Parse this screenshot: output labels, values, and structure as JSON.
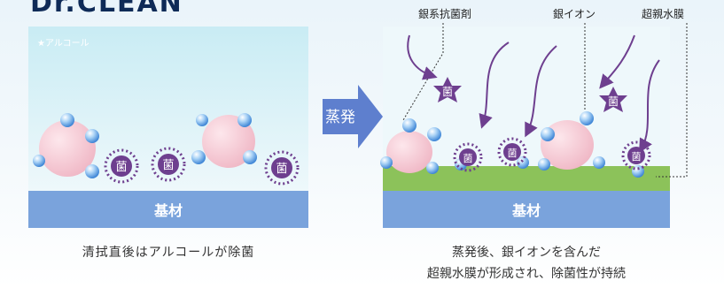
{
  "header": {
    "brand": "Dr.CLEAN"
  },
  "left_panel": {
    "tag": "★アルコール",
    "substrate": "基材",
    "bacteria": "菌",
    "caption": "清拭直後はアルコールが除菌"
  },
  "arrow": {
    "label": "蒸発"
  },
  "right_panel": {
    "labels": {
      "antibacterial": "銀系抗菌剤",
      "silver_ion": "銀イオン",
      "film": "超親水膜"
    },
    "substrate": "基材",
    "bacteria": "菌",
    "caption_line1": "蒸発後、銀イオンを含んだ",
    "caption_line2": "超親水膜が形成され、除菌性が持続"
  },
  "colors": {
    "substrate": "#7aa3dc",
    "film": "#8cc25a",
    "germ": "#6e3f8f",
    "droplet": "#f6c9d4",
    "ion": "#69a8e6",
    "arrow": "#5e7fce"
  }
}
